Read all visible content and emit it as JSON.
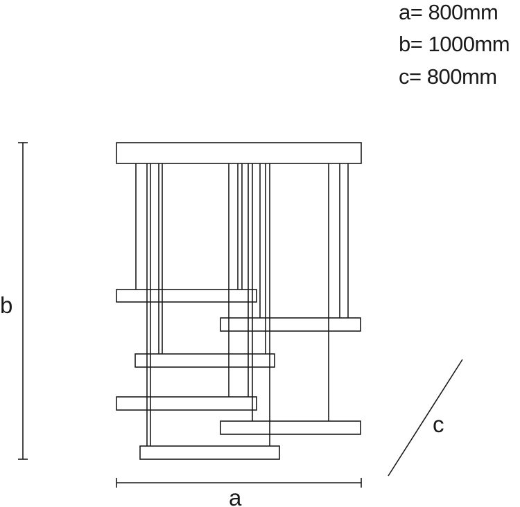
{
  "specs": [
    {
      "label": "a=",
      "value": "800mm"
    },
    {
      "label": "b=",
      "value": "1000mm"
    },
    {
      "label": "c=",
      "value": "800mm"
    }
  ],
  "dimensions": {
    "a": "a",
    "b": "b",
    "c": "c"
  },
  "colors": {
    "stroke": "#1a1a1a",
    "background": "#ffffff"
  }
}
